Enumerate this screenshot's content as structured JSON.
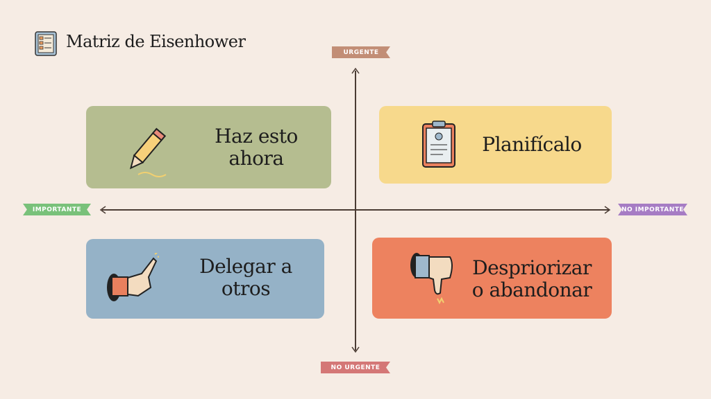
{
  "title": "Matriz de Eisenhower",
  "axes": {
    "top": "URGENTE",
    "bottom": "NO URGENTE",
    "left": "IMPORTANTE",
    "right": "NO IMPORTANTE"
  },
  "quadrants": [
    {
      "line1": "Haz esto",
      "line2": "ahora",
      "color": "#b5bd90"
    },
    {
      "line1": "Planifícalo",
      "line2": "",
      "color": "#f7d98c"
    },
    {
      "line1": "Delegar a",
      "line2": "otros",
      "color": "#95b2c7"
    },
    {
      "line1": "Despriorizar",
      "line2": "o abandonar",
      "color": "#ed825f"
    }
  ]
}
